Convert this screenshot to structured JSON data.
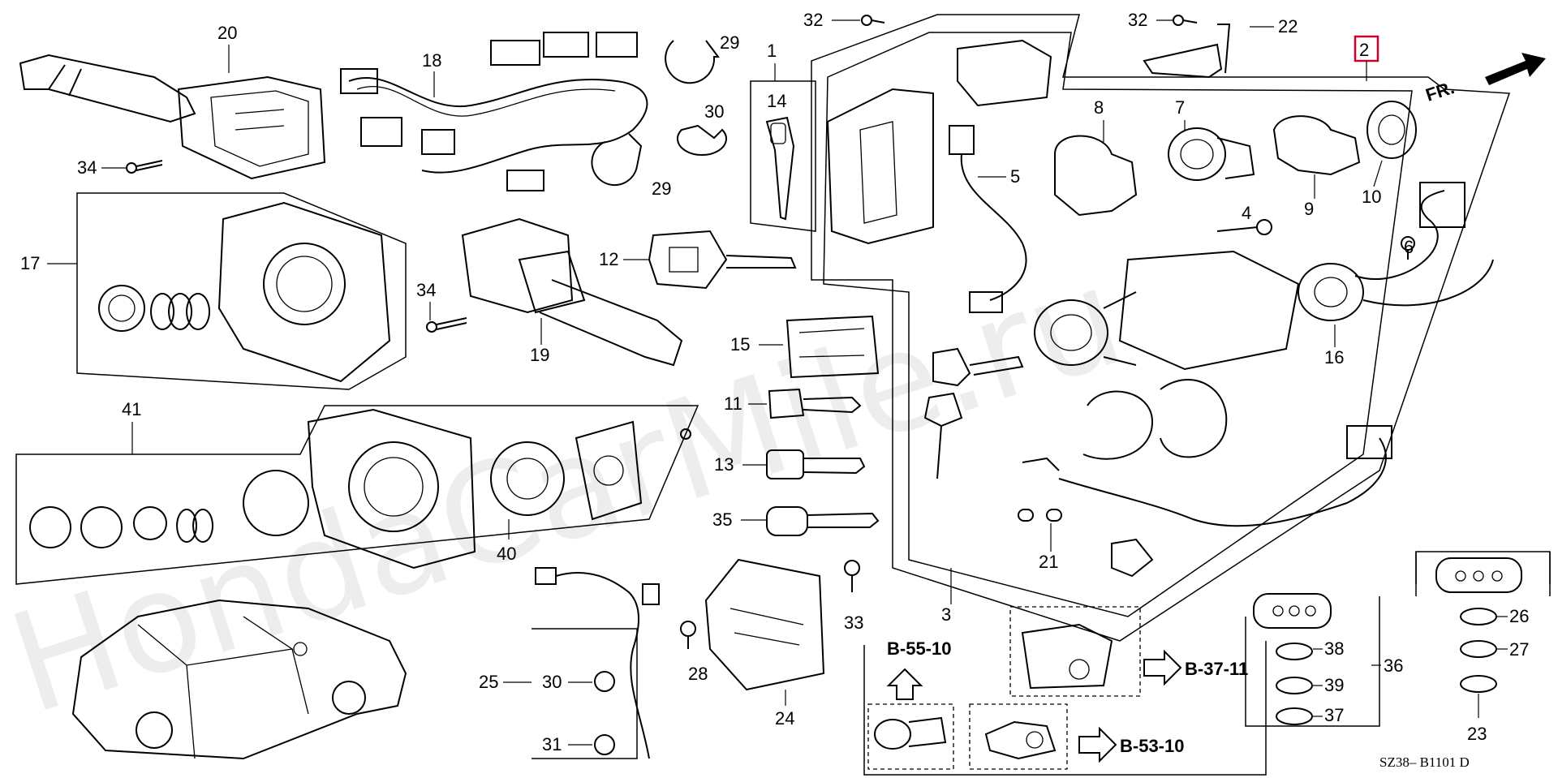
{
  "watermark": "HondaCarMile.ru",
  "diagram_code": "SZ38– B1101 D",
  "direction_label": "FR.",
  "highlighted_part": "2",
  "references": {
    "b55": "B-55-10",
    "b37": "B-37-11",
    "b53": "B-53-10"
  },
  "callouts": {
    "c1": "1",
    "c2": "2",
    "c3": "3",
    "c4": "4",
    "c5": "5",
    "c6": "6",
    "c7": "7",
    "c8": "8",
    "c9": "9",
    "c10": "10",
    "c11": "11",
    "c12": "12",
    "c13": "13",
    "c14": "14",
    "c15": "15",
    "c16": "16",
    "c17": "17",
    "c18": "18",
    "c19": "19",
    "c20": "20",
    "c21": "21",
    "c22": "22",
    "c23": "23",
    "c24": "24",
    "c25": "25",
    "c26": "26",
    "c27": "27",
    "c28": "28",
    "c29a": "29",
    "c29b": "29",
    "c30a": "30",
    "c30b": "30",
    "c31": "31",
    "c32a": "32",
    "c32b": "32",
    "c33": "33",
    "c34a": "34",
    "c34b": "34",
    "c35": "35",
    "c36": "36",
    "c37": "37",
    "c38": "38",
    "c39": "39",
    "c40": "40",
    "c41": "41"
  },
  "icons": [
    "arrow-right-icon",
    "arrow-up-icon",
    "fr-direction-arrow-icon"
  ]
}
